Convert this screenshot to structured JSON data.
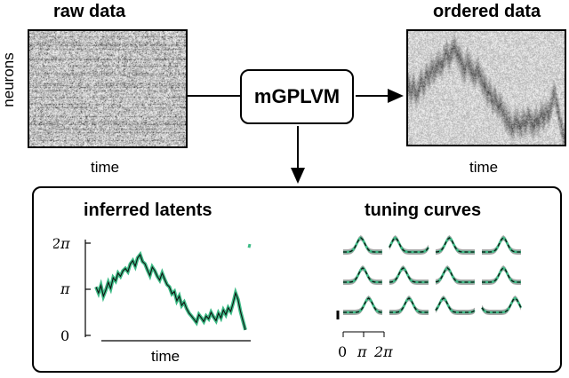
{
  "raw": {
    "title": "raw data",
    "ylabel": "neurons",
    "xlabel": "time"
  },
  "ordered": {
    "title": "ordered data",
    "xlabel": "time"
  },
  "model": {
    "label": "mGPLVM"
  },
  "latents": {
    "title": "inferred latents",
    "xlabel": "time",
    "yticks": [
      "2π",
      "π",
      "0"
    ],
    "series_color": "#3dbb86",
    "trace": [
      1.05,
      0.92,
      1.08,
      0.85,
      0.98,
      1.15,
      1.02,
      1.25,
      1.18,
      1.35,
      1.28,
      1.4,
      1.45,
      1.38,
      1.55,
      1.62,
      1.5,
      1.68,
      1.75,
      1.6,
      1.55,
      1.42,
      1.3,
      1.48,
      1.4,
      1.28,
      1.2,
      1.35,
      1.22,
      1.1,
      1.05,
      0.9,
      0.95,
      0.75,
      0.85,
      0.65,
      0.72,
      0.58,
      0.48,
      0.42,
      0.35,
      0.28,
      0.45,
      0.38,
      0.3,
      0.42,
      0.36,
      0.5,
      0.4,
      0.32,
      0.48,
      0.38,
      0.55,
      0.45,
      0.6,
      0.52,
      0.7,
      0.92,
      0.78,
      0.52,
      0.32,
      0.12
    ],
    "tail": [
      1.9,
      1.98
    ]
  },
  "tuning": {
    "title": "tuning curves",
    "xticks": [
      "0",
      "π",
      "2π"
    ],
    "grid_peaks": [
      0.45,
      0.15,
      0.35,
      0.55,
      0.5,
      0.35,
      0.3,
      0.55,
      0.65,
      0.5,
      0.2,
      0.85
    ]
  },
  "colors": {
    "latent_fit": "#3dbb86",
    "tuning_fit": "#3dbb86",
    "band": "#8a8a8a"
  }
}
